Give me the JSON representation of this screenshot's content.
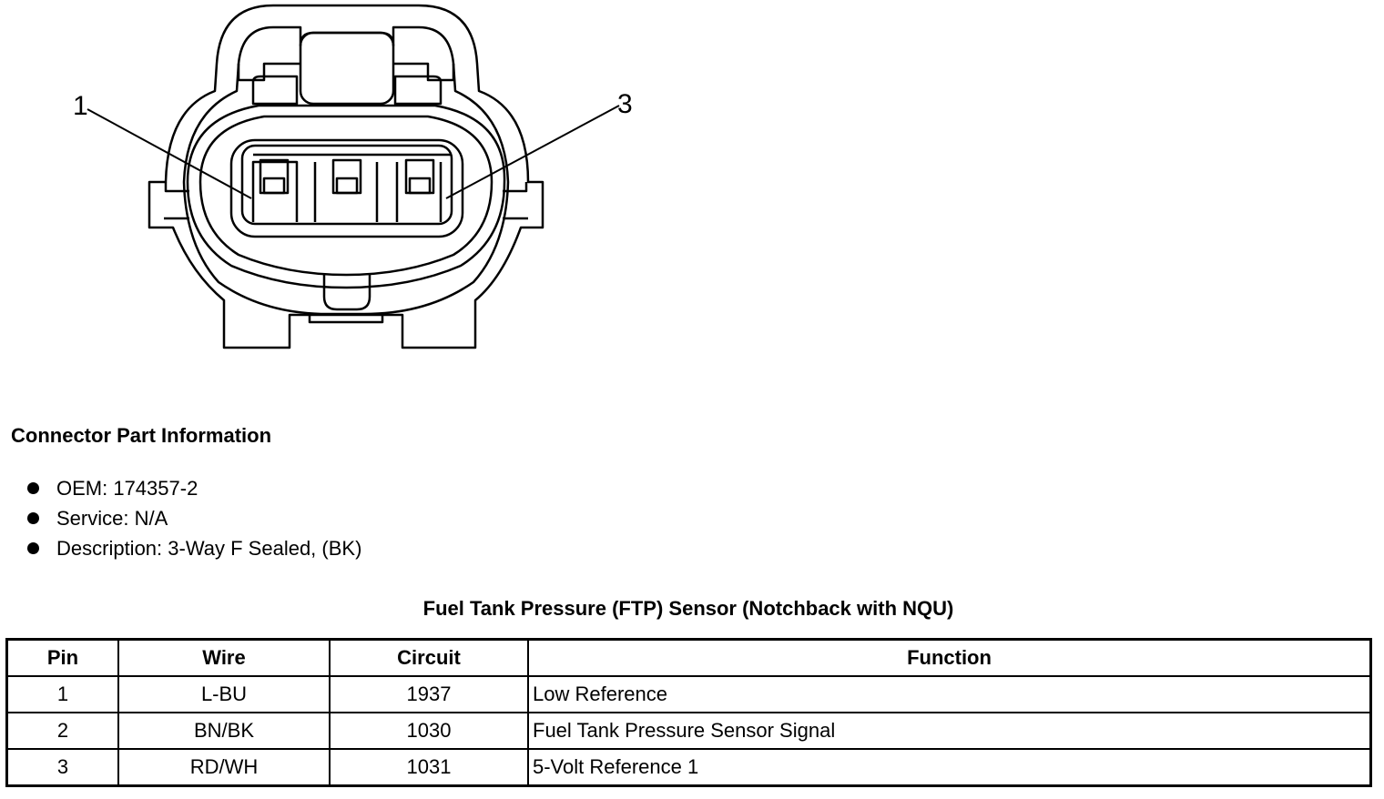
{
  "diagram": {
    "pin_labels": [
      "1",
      "3"
    ]
  },
  "connector_info": {
    "heading": "Connector Part Information",
    "items": [
      "OEM: 174357-2",
      "Service: N/A",
      "Description: 3-Way F Sealed, (BK)"
    ]
  },
  "pin_table": {
    "title": "Fuel Tank Pressure (FTP) Sensor (Notchback with NQU)",
    "headers": [
      "Pin",
      "Wire",
      "Circuit",
      "Function"
    ],
    "rows": [
      [
        "1",
        "L-BU",
        "1937",
        "Low Reference"
      ],
      [
        "2",
        "BN/BK",
        "1030",
        "Fuel Tank Pressure Sensor Signal"
      ],
      [
        "3",
        "RD/WH",
        "1031",
        "5-Volt Reference 1"
      ]
    ]
  }
}
